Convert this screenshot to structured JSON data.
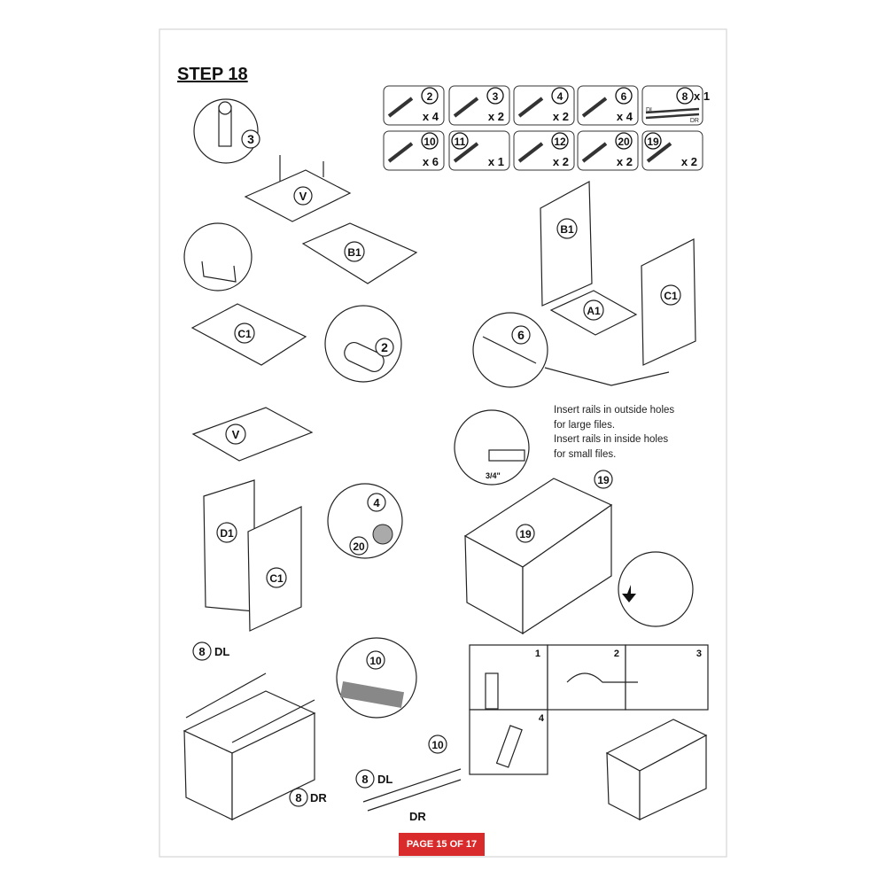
{
  "step_title": "STEP 18",
  "parts": [
    {
      "id": "2",
      "qty": "x 4",
      "icon": "dowel-icon"
    },
    {
      "id": "3",
      "qty": "x 2",
      "icon": "cam-bolt-icon"
    },
    {
      "id": "4",
      "qty": "x 2",
      "icon": "cam-lock-icon"
    },
    {
      "id": "6",
      "qty": "x 4",
      "icon": "screw-icon"
    },
    {
      "id": "8",
      "qty": "x 1",
      "icon": "drawer-rail-icon",
      "sub_left": "DL",
      "sub_right": "DR"
    },
    {
      "id": "10",
      "qty": "x 6",
      "icon": "small-screw-icon"
    },
    {
      "id": "11",
      "qty": "x 1",
      "icon": "handle-icon"
    },
    {
      "id": "12",
      "qty": "x 2",
      "icon": "bolt-icon"
    },
    {
      "id": "20",
      "qty": "x 2",
      "icon": "cap-icon"
    },
    {
      "id": "19",
      "qty": "x 2",
      "icon": "rod-icon"
    }
  ],
  "labels": {
    "v": "V",
    "b1": "B1",
    "c1": "C1",
    "a1": "A1",
    "d1": "D1",
    "n2": "2",
    "n3": "3",
    "n4": "4",
    "n6": "6",
    "n8": "8",
    "n10": "10",
    "n19": "19",
    "n20": "20",
    "dl": "DL",
    "dr": "DR",
    "measure": "3/4\"",
    "grid": [
      "1",
      "2",
      "3",
      "4"
    ]
  },
  "note_lines": [
    "Insert rails in outside holes",
    "for large files.",
    "Insert rails in inside holes",
    "for small files."
  ],
  "page_badge": "PAGE 15 OF 17",
  "colors": {
    "badge": "#d92b2b"
  }
}
